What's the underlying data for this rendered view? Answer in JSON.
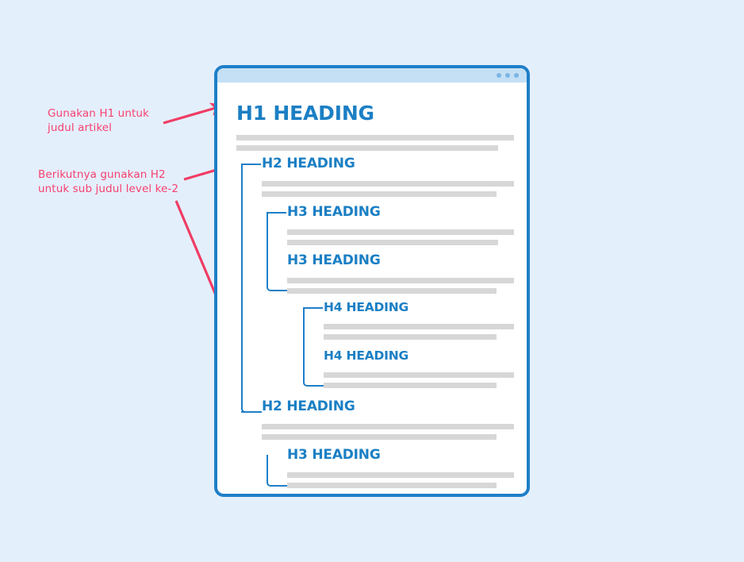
{
  "page": {
    "background_color": "#e4effc",
    "accent_blue": "#1b7fc4",
    "border_blue": "#1f7fc8",
    "annotation_pink": "#f8416f",
    "bar_grey": "#d7d7d7",
    "titlebar_blue": "#c5e0f5"
  },
  "annotations": [
    {
      "id": "anno-1",
      "text": "Gunakan H1 untuk\njudul artikel"
    },
    {
      "id": "anno-2",
      "text": "Berikutnya gunakan H2\nuntuk sub judul level ke-2"
    }
  ],
  "window": {
    "titlebar": {
      "dots": [
        "window-dot-1",
        "window-dot-2",
        "window-dot-3"
      ]
    }
  },
  "document": {
    "headings": [
      {
        "key": "h1",
        "level": 1,
        "label": "H1 HEADING"
      },
      {
        "key": "h2a",
        "level": 2,
        "label": "H2 HEADING"
      },
      {
        "key": "h3a",
        "level": 3,
        "label": "H3 HEADING"
      },
      {
        "key": "h3b",
        "level": 3,
        "label": "H3 HEADING"
      },
      {
        "key": "h4a",
        "level": 4,
        "label": "H4 HEADING"
      },
      {
        "key": "h4b",
        "level": 4,
        "label": "H4 HEADING"
      },
      {
        "key": "h2b",
        "level": 2,
        "label": "H2 HEADING"
      },
      {
        "key": "h3c",
        "level": 3,
        "label": "H3 HEADING"
      }
    ]
  }
}
